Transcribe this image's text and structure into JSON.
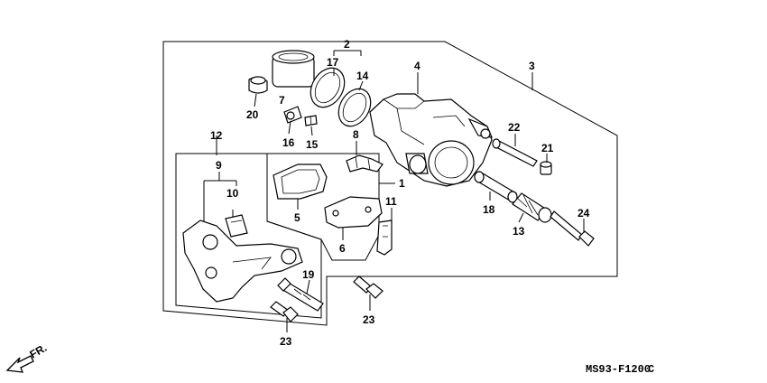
{
  "diagram": {
    "labels": {
      "p1": "1",
      "p2": "2",
      "p3": "3",
      "p4": "4",
      "p5": "5",
      "p6": "6",
      "p7": "7",
      "p8": "8",
      "p9": "9",
      "p10": "10",
      "p11": "11",
      "p12": "12",
      "p13": "13",
      "p14": "14",
      "p15": "15",
      "p16": "16",
      "p17": "17",
      "p18": "18",
      "p19": "19",
      "p20": "20",
      "p21": "21",
      "p22": "22",
      "p23a": "23",
      "p23b": "23",
      "p24": "24"
    },
    "direction": "FR.",
    "code": "MS93-F1200",
    "code_suffix": "C"
  }
}
